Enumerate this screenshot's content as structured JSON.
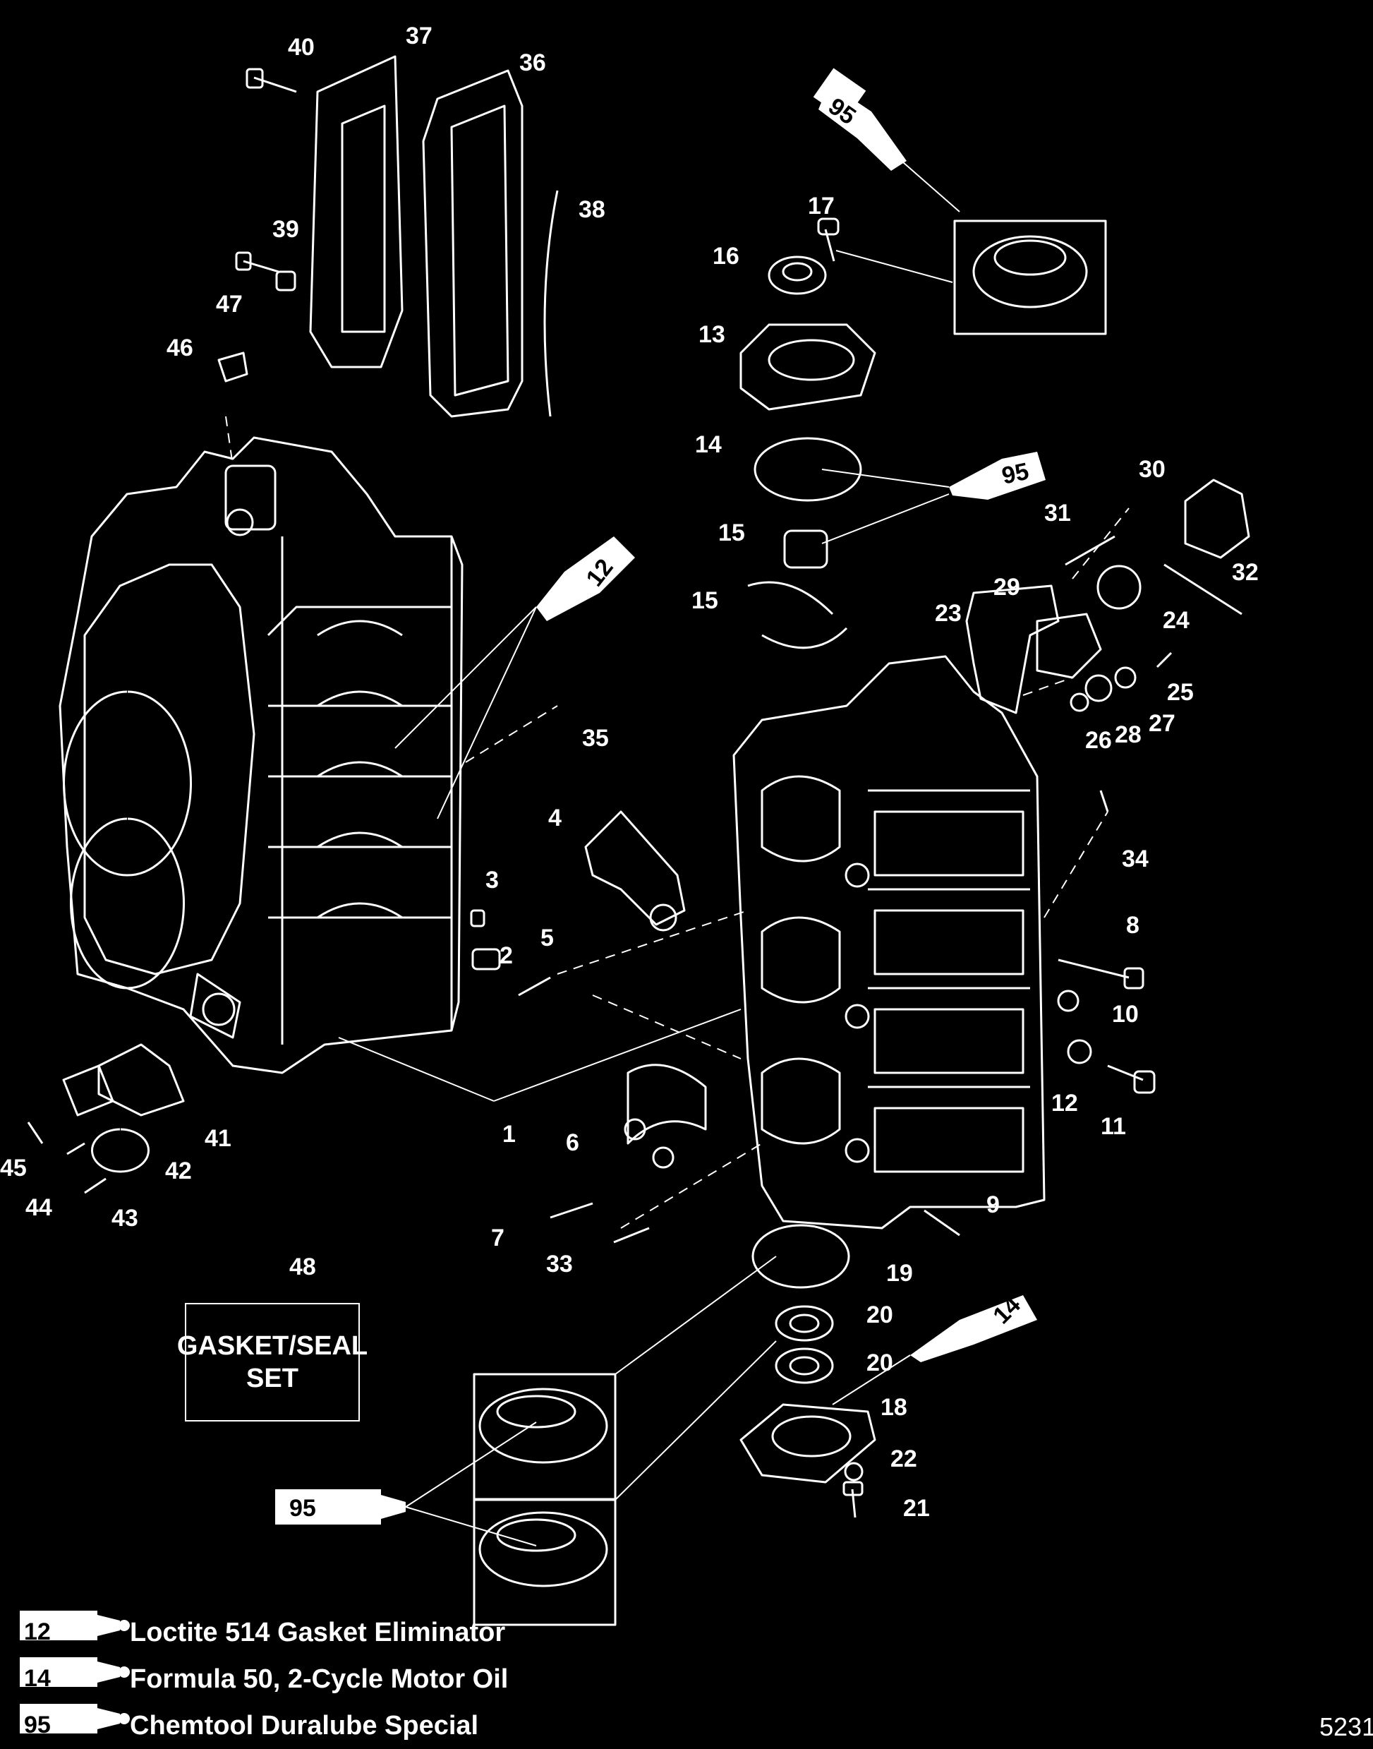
{
  "callouts": [
    "1",
    "2",
    "3",
    "4",
    "5",
    "6",
    "7",
    "8",
    "9",
    "10",
    "11",
    "12",
    "13",
    "14",
    "15",
    "15",
    "16",
    "17",
    "18",
    "19",
    "20",
    "20",
    "21",
    "22",
    "23",
    "24",
    "25",
    "26",
    "27",
    "28",
    "29",
    "30",
    "31",
    "32",
    "33",
    "34",
    "35",
    "36",
    "37",
    "38",
    "39",
    "40",
    "41",
    "42",
    "43",
    "44",
    "45",
    "46",
    "47"
  ],
  "kit": {
    "number": "48",
    "line1": "GASKET/SEAL",
    "line2": "SET"
  },
  "tube_codes": {
    "a": "95",
    "b": "95",
    "c": "12",
    "d": "14",
    "e": "95"
  },
  "legend": [
    {
      "code": "12",
      "text": "Loctite 514 Gasket Eliminator"
    },
    {
      "code": "14",
      "text": "Formula 50, 2-Cycle Motor Oil"
    },
    {
      "code": "95",
      "text": "Chemtool Duralube Special"
    }
  ],
  "figure_code": "5231",
  "colors": {
    "background": "#000000",
    "line": "#ffffff"
  }
}
